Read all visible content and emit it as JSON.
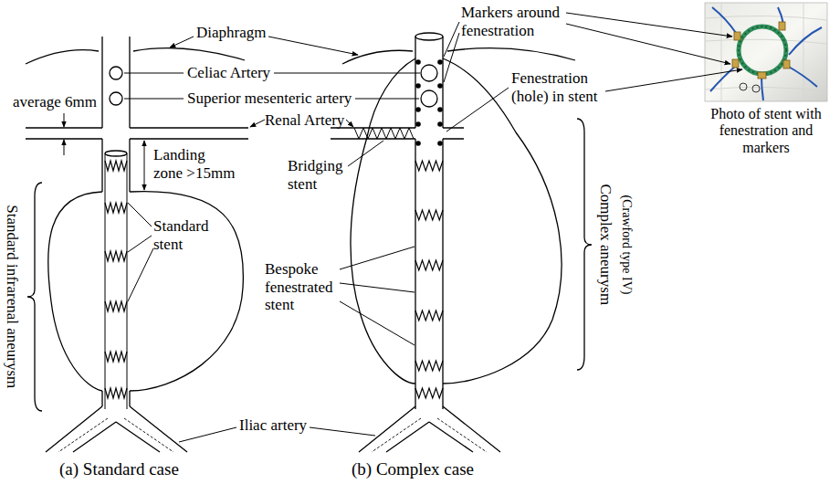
{
  "diagram": {
    "labels": [
      "Diaphragm",
      "Markers around fenestration",
      "Celiac Artery",
      "Superior mesenteric artery",
      "average 6mm",
      "Renal Artery",
      "Fenestration (hole) in stent",
      "Landing zone >15mm",
      "Standard infrarenal aneurysm",
      "Standard stent",
      "Bridging stent",
      "Complex aneurysm",
      "(Crawford type IV)",
      "Bespoke fenestrated stent",
      "Photo of stent with fenestration and markers",
      "Iliac artery",
      "(a) Standard case",
      "(b) Complex case"
    ]
  }
}
